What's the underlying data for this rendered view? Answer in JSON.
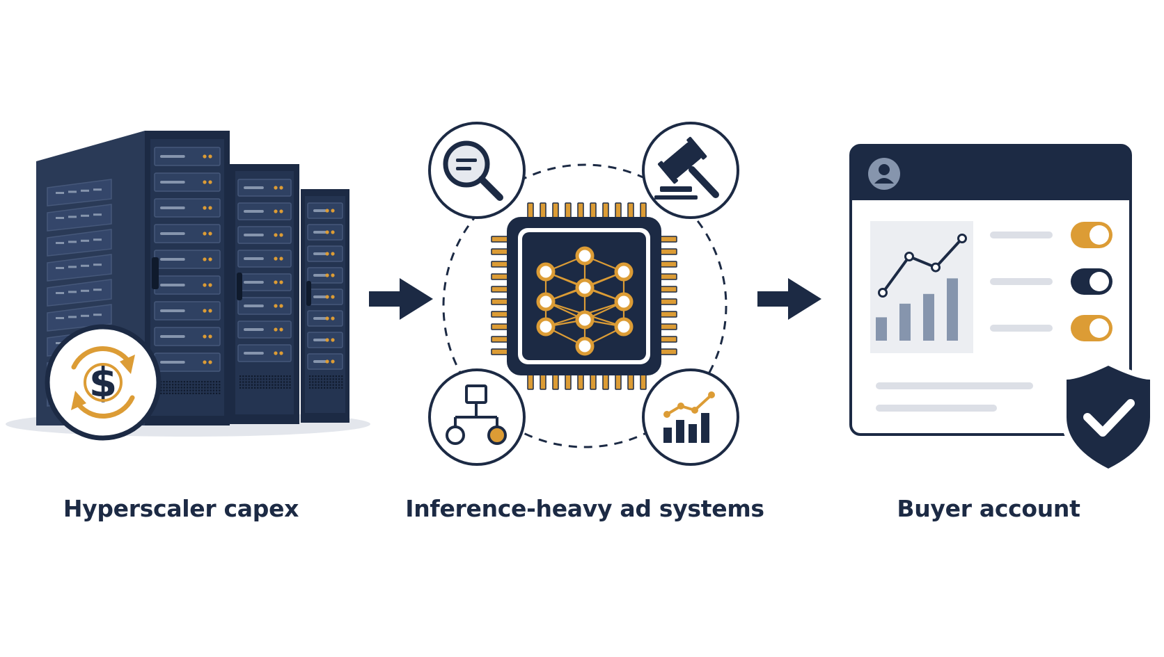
{
  "colors": {
    "navy": "#1c2a44",
    "accent": "#dc9c35",
    "slate": "#8695ad",
    "panel": "#eceef2"
  },
  "steps": [
    {
      "label": "Hyperscaler capex",
      "icon": "server-rack-icon",
      "badge": "dollar-cycle-icon"
    },
    {
      "label": "Inference-heavy ad systems",
      "icon": "neural-chip-icon",
      "satellites": [
        "search-icon",
        "gavel-icon",
        "flowchart-icon",
        "bar-chart-icon"
      ]
    },
    {
      "label": "Buyer account",
      "icon": "dashboard-window-icon",
      "badge": "shield-check-icon"
    }
  ],
  "connectors": [
    "arrow-right-icon",
    "arrow-right-icon"
  ],
  "toggles": [
    {
      "state": "on",
      "color": "#dc9c35"
    },
    {
      "state": "on",
      "color": "#1c2a44"
    },
    {
      "state": "on",
      "color": "#dc9c35"
    }
  ],
  "mini_chart": {
    "line_points": [
      1,
      3,
      2.4,
      4
    ],
    "bars": [
      1.2,
      1.9,
      2.4,
      3.2
    ]
  }
}
